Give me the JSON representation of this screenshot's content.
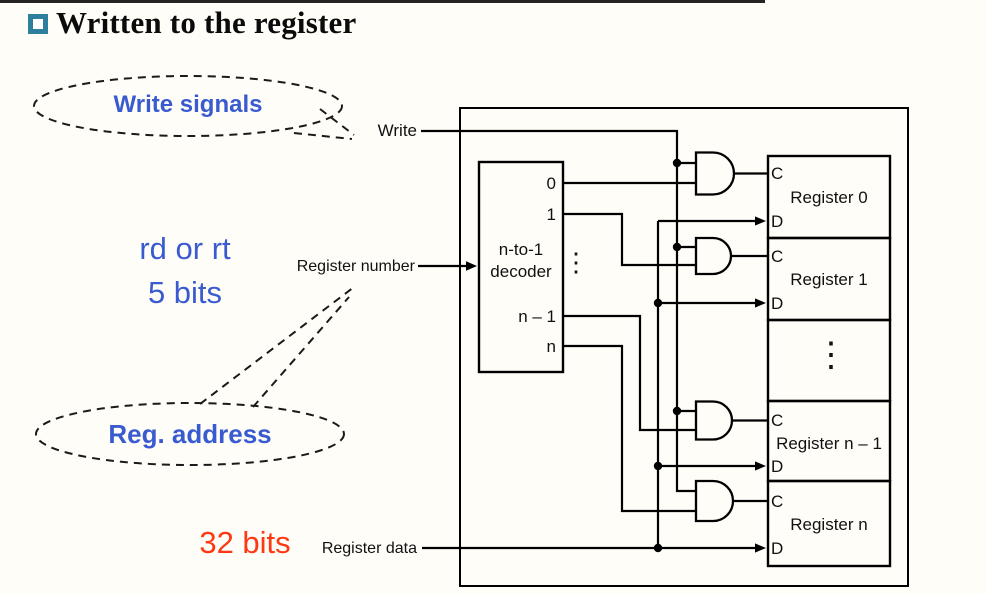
{
  "slide": {
    "title": "Written to the register"
  },
  "callouts": {
    "write_signals": "Write signals",
    "rd_or_rt": "rd or rt",
    "five_bits": "5 bits",
    "reg_address": "Reg. address",
    "thirty_two_bits": "32 bits"
  },
  "diagram": {
    "write_label": "Write",
    "register_number_label": "Register number",
    "register_data_label": "Register data",
    "decoder": {
      "title_line1": "n-to-1",
      "title_line2": "decoder",
      "output_labels": [
        "0",
        "1",
        "n – 1",
        "n"
      ]
    },
    "registers": [
      {
        "name": "Register 0",
        "clock_port": "C",
        "data_port": "D"
      },
      {
        "name": "Register 1",
        "clock_port": "C",
        "data_port": "D"
      },
      {
        "name": "Register n – 1",
        "clock_port": "C",
        "data_port": "D"
      },
      {
        "name": "Register n",
        "clock_port": "C",
        "data_port": "D"
      }
    ],
    "ellipsis_symbol": "⋮"
  },
  "colors": {
    "accent_blue": "#3a5bd0",
    "highlight_red": "#ff3814",
    "bullet_teal": "#2e7f9e",
    "diagram_ink": "#000000"
  }
}
